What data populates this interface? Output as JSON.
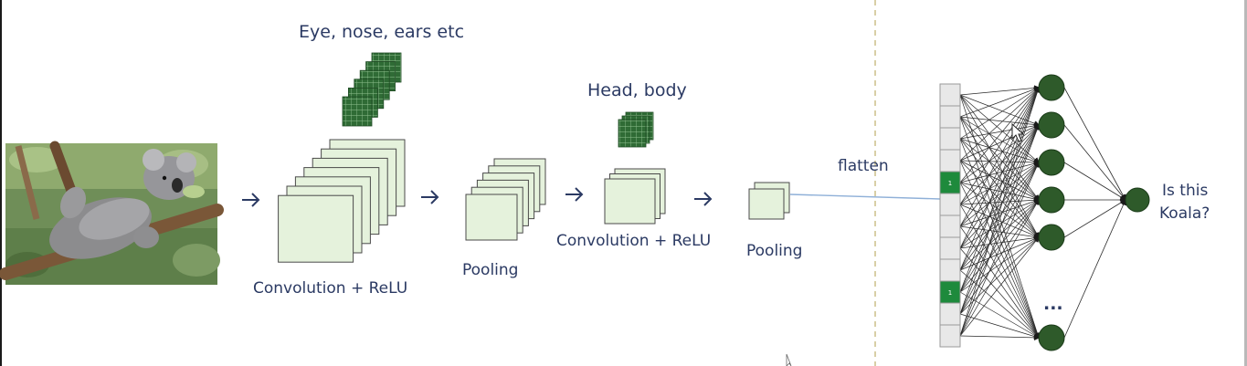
{
  "labels": {
    "features_low": "Eye, nose, ears etc",
    "features_high": "Head, body",
    "conv1": "Convolution + ReLU",
    "pool1": "Pooling",
    "conv2": "Convolution + ReLU",
    "pool2": "Pooling",
    "flatten": "flatten",
    "output_line1": "Is this",
    "output_line2": "Koala?",
    "ellipsis": "...",
    "vector_value": "1"
  },
  "input_image": {
    "subject": "koala"
  },
  "colors": {
    "feature_map_fill": "#e5f2dc",
    "feature_map_stroke": "#4a4a4a",
    "filter_green": "#2f6b35",
    "neuron": "#2e5a2a",
    "vector_highlight": "#1e8a3c",
    "vector_cell": "#e8e8e8",
    "arrow": "#2b3a63",
    "flatten_line": "#8fb0d8",
    "divider": "#d8cfa6",
    "text": "#2b3a63"
  },
  "network": {
    "vector_cells": 12,
    "highlighted_cells": [
      4,
      9
    ],
    "hidden_neurons": 6,
    "output_neurons": 1
  }
}
